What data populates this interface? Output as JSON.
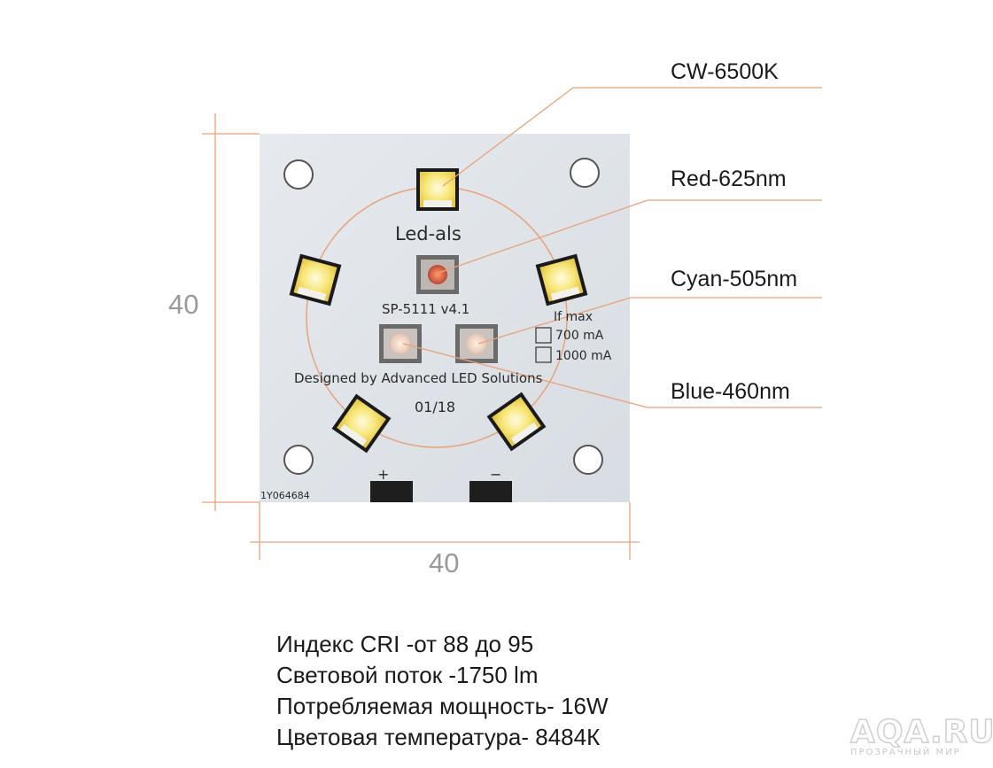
{
  "callouts": {
    "cw": "CW-6500K",
    "red": "Red-625nm",
    "cyan": "Cyan-505nm",
    "blue": "Blue-460nm"
  },
  "dimensions": {
    "height": "40",
    "width": "40"
  },
  "pcb": {
    "brand": "Led-als",
    "model": "SP-5111 v4.1",
    "if_max_title": "If max",
    "if_700": "700 mA",
    "if_1000": "1000 mA",
    "designer": "Designed by Advanced LED Solutions",
    "date": "01/18",
    "serial": "1Y064684",
    "plus": "+",
    "minus": "−"
  },
  "specs": [
    "Индекс  CRI -от 88 до 95",
    "Световой поток -1750 lm",
    "Потребляемая мощность- 16W",
    "Цветовая температура-  8484К"
  ],
  "watermark": {
    "name": "AQA.RU",
    "tagline": "ПРОЗРАЧНЫЙ МИР"
  },
  "colors": {
    "leader_line": "#e8a27a",
    "pcb_board": "#dfe3e8",
    "led_yellow": "#f5e06a",
    "pad_black": "#1e1e1e"
  }
}
